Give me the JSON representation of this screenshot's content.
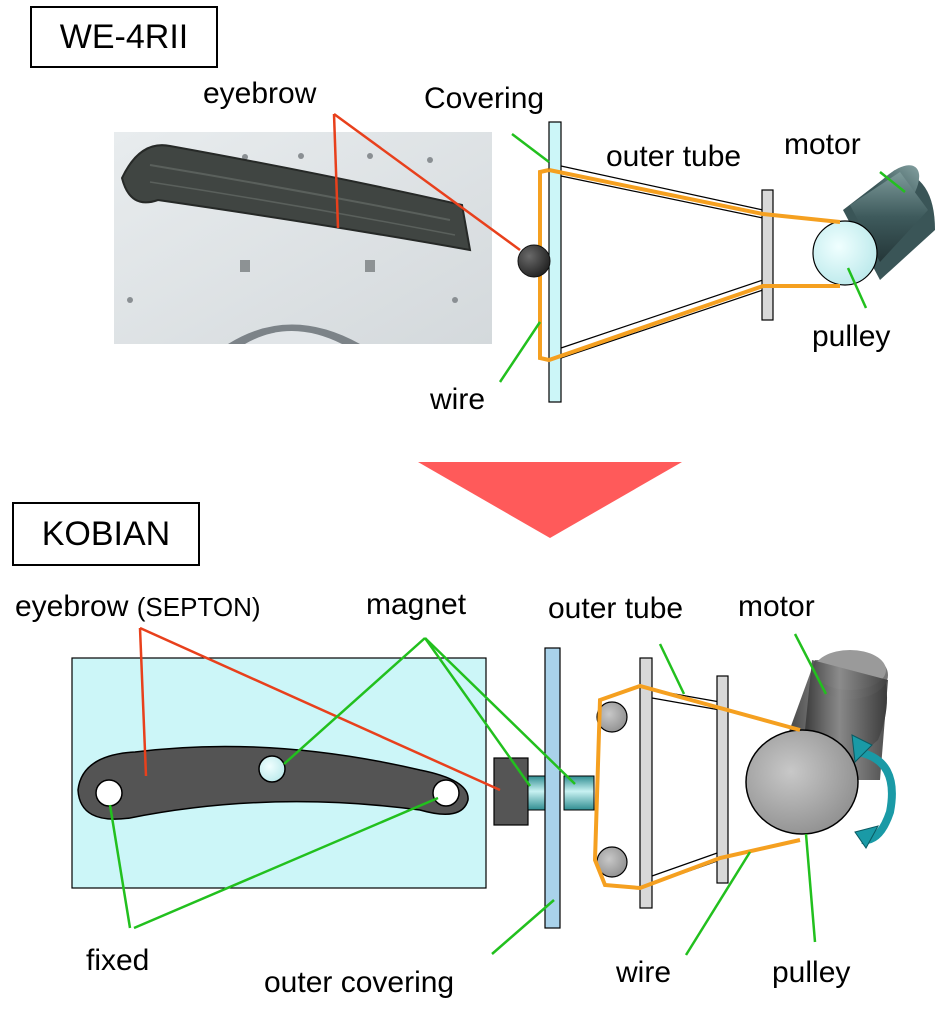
{
  "top": {
    "title": "WE-4RII",
    "labels": {
      "eyebrow": "eyebrow",
      "covering": "Covering",
      "outer_tube": "outer tube",
      "motor": "motor",
      "pulley": "pulley",
      "wire": "wire"
    }
  },
  "bottom": {
    "title": "KOBIAN",
    "labels": {
      "eyebrow": "eyebrow",
      "eyebrow_paren": "(SEPTON)",
      "magnet": "magnet",
      "outer_tube": "outer tube",
      "motor": "motor",
      "fixed": "fixed",
      "outer_covering": "outer covering",
      "wire": "wire",
      "pulley": "pulley"
    }
  },
  "colors": {
    "leader_red": "#e8401c",
    "leader_green": "#22c01e",
    "wire_orange": "#f5a020",
    "arrow_red": "#ff5a5a",
    "covering_cyan": "#ccf6f8",
    "rotation_teal": "#1a9aa6"
  },
  "icons": {
    "transition_arrow": "down-triangle-arrow",
    "rotation": "curved-double-arrow"
  }
}
